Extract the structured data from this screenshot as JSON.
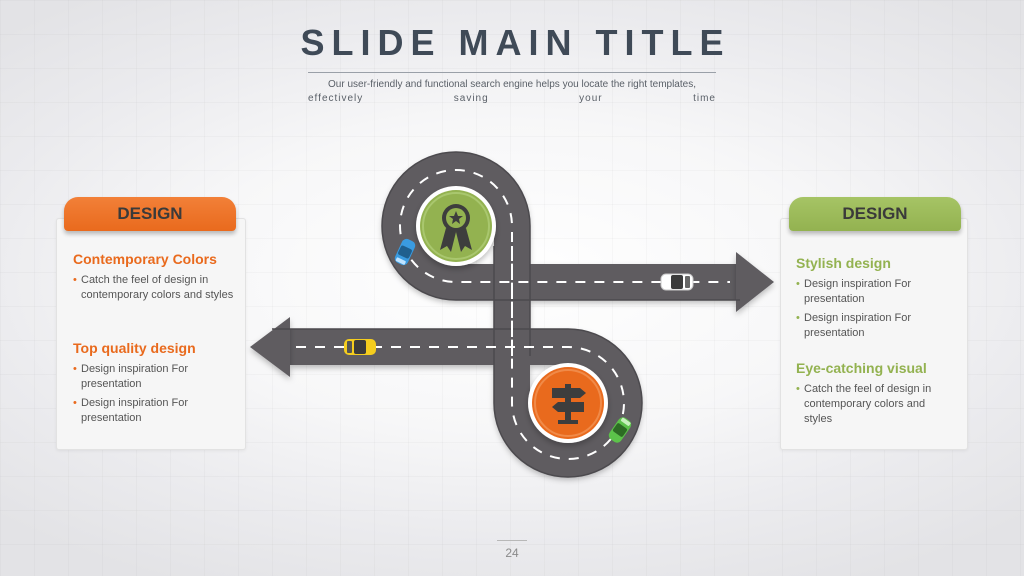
{
  "slide": {
    "title": "SLIDE MAIN TITLE",
    "subtitle_line1": "Our user-friendly and functional search engine helps you locate the right templates,",
    "subtitle_line2": "effectively saving your time",
    "page_number": "24"
  },
  "left_panel": {
    "tab_label": "DESIGN",
    "accent": "#e96a1d",
    "sections": [
      {
        "heading": "Contemporary Colors",
        "bullets": [
          "Catch the feel of design in contemporary colors and styles"
        ]
      },
      {
        "heading": "Top quality design",
        "bullets": [
          "Design inspiration For presentation",
          "Design inspiration For presentation"
        ]
      }
    ]
  },
  "right_panel": {
    "tab_label": "DESIGN",
    "accent": "#93b250",
    "sections": [
      {
        "heading": "Stylish design",
        "bullets": [
          "Design inspiration For presentation",
          "Design inspiration For presentation"
        ]
      },
      {
        "heading": "Eye-catching visual",
        "bullets": [
          "Catch the feel of design in contemporary colors and styles"
        ]
      }
    ]
  },
  "road": {
    "road_color": "#5f5c61",
    "circle_top_icon": "award-ribbon-icon",
    "circle_top_color": "#93b250",
    "circle_bottom_icon": "signpost-icon",
    "circle_bottom_color": "#e96a1d",
    "cars": [
      "blue-car-icon",
      "white-car-icon",
      "yellow-car-icon",
      "green-car-icon"
    ]
  }
}
